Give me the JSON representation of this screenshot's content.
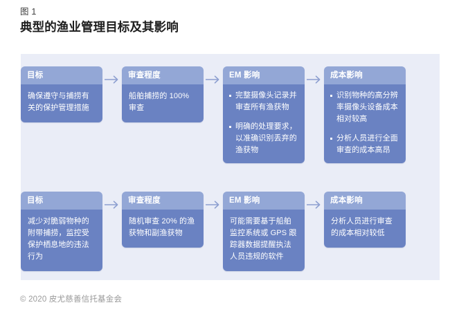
{
  "figure": {
    "label": "图 1",
    "title": "典型的渔业管理目标及其影响"
  },
  "colors": {
    "panel_bg": "#eaedf7",
    "card_header_bg": "#93a7d6",
    "card_body_bg": "#6a82c2",
    "card_text": "#ffffff",
    "arrow": "#8d9fd0",
    "page_bg": "#ffffff",
    "title_text": "#1d1d1d",
    "footer_text": "#9a9a9a"
  },
  "rows": [
    {
      "cards": [
        {
          "header": "目标",
          "type": "plain",
          "text": "确保遵守与捕捞有关的保护管理措施"
        },
        {
          "header": "审查程度",
          "type": "plain",
          "text": "船舶捕捞的 100% 审查"
        },
        {
          "header": "EM 影响",
          "type": "bullets",
          "bullets": [
            "完整摄像头记录并审查所有渔获物",
            "明确的处理要求，以准确识别丢弃的渔获物"
          ]
        },
        {
          "header": "成本影响",
          "type": "bullets",
          "bullets": [
            "识别物种的高分辨率摄像头设备成本相对较高",
            "分析人员进行全面审查的成本高昂"
          ]
        }
      ]
    },
    {
      "cards": [
        {
          "header": "目标",
          "type": "plain",
          "text": "减少对脆弱物种的附带捕捞，监控受保护栖息地的违法行为"
        },
        {
          "header": "审查程度",
          "type": "plain",
          "text": "随机审查 20% 的渔获物和副渔获物"
        },
        {
          "header": "EM 影响",
          "type": "plain",
          "text": "可能需要基于船舶监控系统或 GPS 跟踪器数据提醒执法人员违规的软件"
        },
        {
          "header": "成本影响",
          "type": "plain",
          "text": "分析人员进行审查的成本相对较低"
        }
      ]
    }
  ],
  "footer": {
    "copyright": "© 2020 皮尤慈善信托基金会"
  }
}
